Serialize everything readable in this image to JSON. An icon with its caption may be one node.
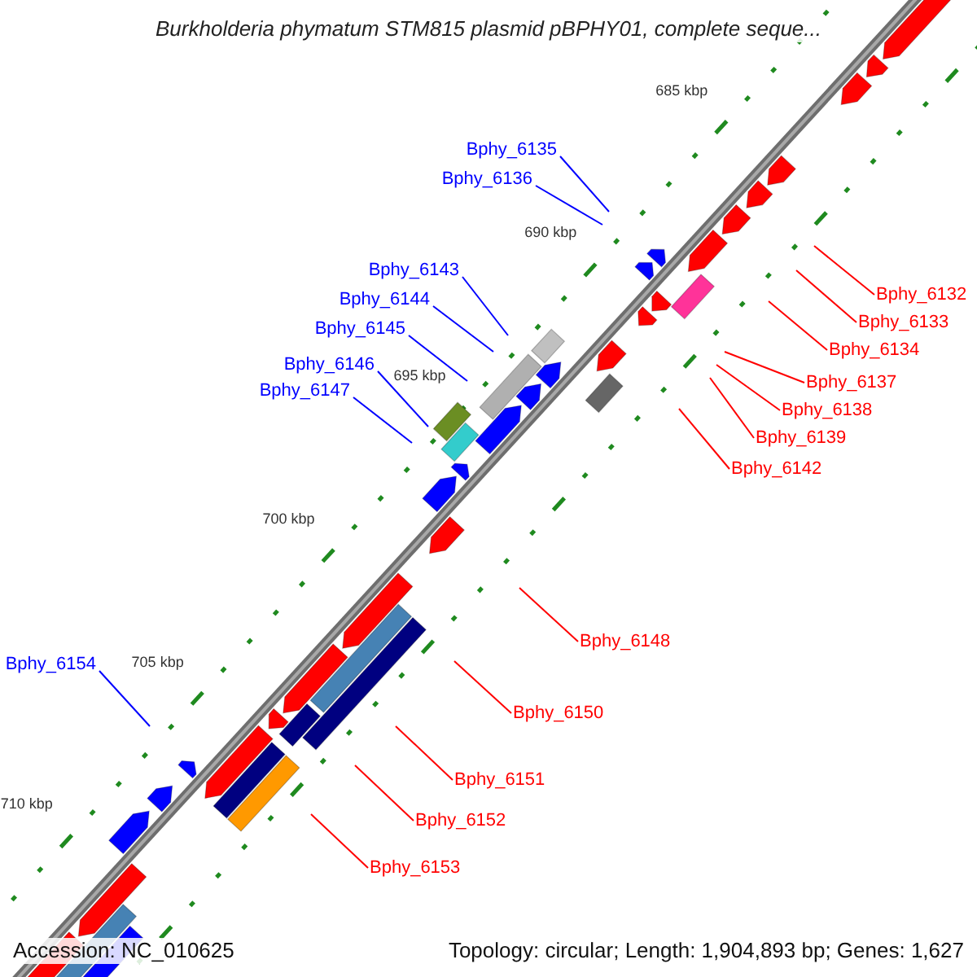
{
  "diagram": {
    "title": "Burkholderia phymatum STM815 plasmid pBPHY01, complete seque...",
    "nodes": [
      {
        "text": [
          "Bphy_6135"
        ]
      },
      {
        "text": [
          "Bphy_6136"
        ]
      },
      {
        "text": [
          "Bphy_6143"
        ]
      },
      {
        "text": [
          "Bphy_6132"
        ]
      },
      {
        "text": [
          "Bphy_6144"
        ]
      },
      {
        "text": [
          "Bphy_6133"
        ]
      },
      {
        "text": [
          "Bphy_6145"
        ]
      },
      {
        "text": [
          "Bphy_6134"
        ]
      },
      {
        "text": [
          "Bphy_6146"
        ]
      },
      {
        "text": [
          "Bphy_6137"
        ]
      },
      {
        "text": [
          "Bphy_6147"
        ]
      },
      {
        "text": [
          "Bphy_6138"
        ]
      },
      {
        "text": [
          "Bphy_6139"
        ]
      },
      {
        "text": [
          "Bphy_6142"
        ]
      },
      {
        "text": [
          "Bphy_6148"
        ]
      },
      {
        "text": [
          "Bphy_6154"
        ]
      },
      {
        "text": [
          "Bphy_6150"
        ]
      },
      {
        "text": [
          "Bphy_6151"
        ]
      },
      {
        "text": [
          "Bphy_6152"
        ]
      },
      {
        "text": [
          "Bphy_6153"
        ]
      }
    ],
    "edges": [
      {
        "from": 0,
        "to": null,
        "arrow": "none",
        "color": "#0000ff"
      },
      {
        "from": 1,
        "to": null,
        "arrow": "none",
        "color": "#0000ff"
      },
      {
        "from": 2,
        "to": null,
        "arrow": "none",
        "color": "#0000ff"
      },
      {
        "from": 3,
        "to": null,
        "arrow": "none"
      },
      {
        "from": 4,
        "to": null,
        "arrow": "none",
        "color": "#0000ff"
      },
      {
        "from": 5,
        "to": null,
        "arrow": "none"
      },
      {
        "from": 6,
        "to": null,
        "arrow": "none",
        "color": "#0000ff"
      },
      {
        "from": 7,
        "to": null,
        "arrow": "none"
      },
      {
        "from": 8,
        "to": null,
        "arrow": "none",
        "color": "#0000ff"
      },
      {
        "from": 9,
        "to": null,
        "arrow": "none"
      },
      {
        "from": 10,
        "to": null,
        "arrow": "none",
        "color": "#0000ff"
      },
      {
        "from": 11,
        "to": null,
        "arrow": "none"
      },
      {
        "from": 12,
        "to": null,
        "arrow": "none"
      },
      {
        "from": 13,
        "to": null,
        "arrow": "none"
      },
      {
        "from": 14,
        "to": null,
        "arrow": "none"
      },
      {
        "from": 15,
        "to": null,
        "arrow": "none",
        "color": "#0000ff"
      },
      {
        "from": 16,
        "to": null,
        "arrow": "none"
      },
      {
        "from": 17,
        "to": null,
        "arrow": "none"
      },
      {
        "from": 18,
        "to": null,
        "arrow": "none"
      },
      {
        "from": 19,
        "to": null,
        "arrow": "none"
      }
    ],
    "labels": [
      "685 kbp",
      "690 kbp",
      "695 kbp",
      "700 kbp",
      "705 kbp",
      "710 kbp",
      "Accession: NC_010625",
      "Topology: circular; Length: 1,904,893 bp; Genes: 1,627"
    ]
  }
}
